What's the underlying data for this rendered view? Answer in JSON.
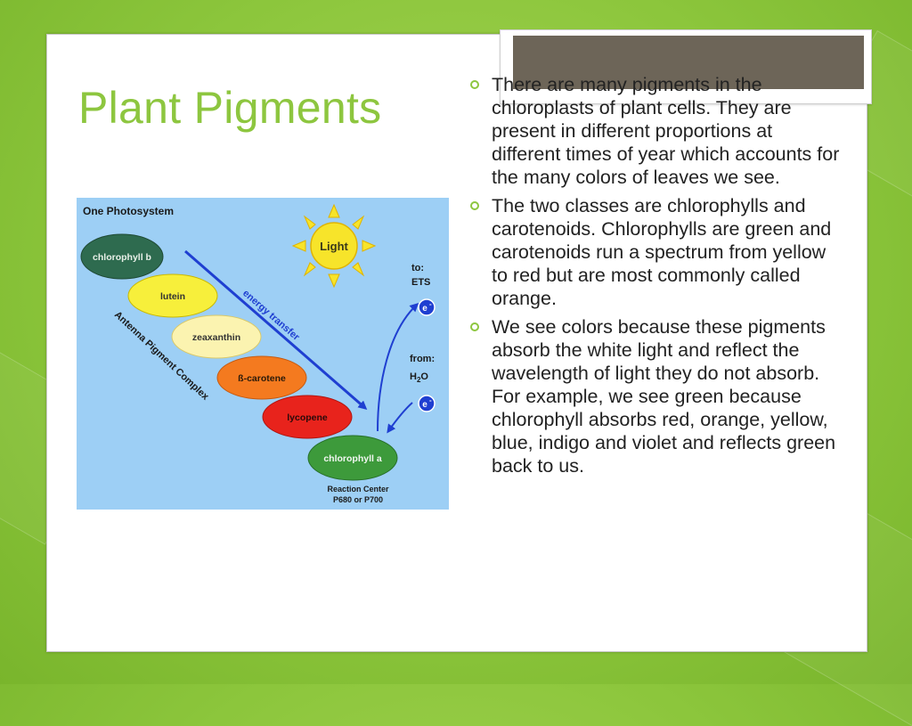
{
  "slide": {
    "title": "Plant Pigments",
    "bullets": [
      "There are many pigments in the chloroplasts of plant cells. They are present in different proportions at different times of year which accounts for the many colors of leaves we see.",
      "The two classes are chlorophylls and carotenoids. Chlorophylls are green and carotenoids run a spectrum from yellow to red but are most commonly called orange.",
      "We see colors because these pigments absorb the white light and reflect the wavelength of light they do not absorb. For example, we see green because chlorophyll absorbs red, orange, yellow, blue, indigo and violet and reflects green back to us."
    ]
  },
  "diagram": {
    "heading": "One Photosystem",
    "light_label": "Light",
    "pigments": [
      {
        "label": "chlorophyll b",
        "color": "#2e6b4f"
      },
      {
        "label": "lutein",
        "color": "#f7ef3b"
      },
      {
        "label": "zeaxanthin",
        "color": "#fbf3b0"
      },
      {
        "label": "ß-carotene",
        "color": "#f47a1f"
      },
      {
        "label": "lycopene",
        "color": "#e8231c"
      },
      {
        "label": "chlorophyll a",
        "color": "#3d9a3b"
      }
    ],
    "energy_transfer_label": "energy transfer",
    "antenna_label": "Antenna Pigment Complex",
    "to_label": "to:",
    "ets_label": "ETS",
    "from_label": "from:",
    "h2o_h": "H",
    "h2o_sub": "2",
    "h2o_o": "O",
    "electron_symbol": "e",
    "electron_superscript": "-",
    "reaction_center_line1": "Reaction Center",
    "reaction_center_line2": "P680 or P700"
  },
  "colors": {
    "background_green": "#8cc63c",
    "title_green": "#8dc63f",
    "diagram_bg": "#9dcff5",
    "arrow_blue": "#1f3fd1",
    "sun_yellow": "#f7e42a"
  }
}
